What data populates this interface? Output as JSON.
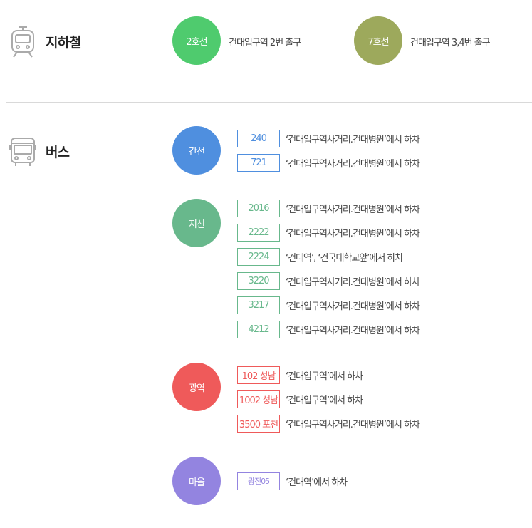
{
  "subway": {
    "title": "지하철",
    "icon": "subway-train-icon",
    "lines": [
      {
        "label": "2호선",
        "color": "#4fcb6e",
        "desc": "건대입구역 2번 출구"
      },
      {
        "label": "7호선",
        "color": "#9da95c",
        "desc": "건대입구역 3,4번 출구"
      }
    ]
  },
  "bus": {
    "title": "버스",
    "icon": "bus-icon",
    "groups": [
      {
        "label": "간선",
        "color": "#4f8fdf",
        "routes": [
          {
            "number": "240",
            "desc": "‘건대입구역사거리.건대병원’에서 하차"
          },
          {
            "number": "721",
            "desc": "‘건대입구역사거리.건대병원’에서 하차"
          }
        ]
      },
      {
        "label": "지선",
        "color": "#68b88c",
        "routes": [
          {
            "number": "2016",
            "desc": "‘건대입구역사거리.건대병원’에서 하차"
          },
          {
            "number": "2222",
            "desc": "‘건대입구역사거리.건대병원’에서 하차"
          },
          {
            "number": "2224",
            "desc": "‘건대역’, ‘건국대학교앞’에서 하차"
          },
          {
            "number": "3220",
            "desc": "‘건대입구역사거리.건대병원’에서 하차"
          },
          {
            "number": "3217",
            "desc": "‘건대입구역사거리.건대병원’에서 하차"
          },
          {
            "number": "4212",
            "desc": "‘건대입구역사거리.건대병원’에서 하차"
          }
        ]
      },
      {
        "label": "광역",
        "color": "#ef5a5a",
        "routes": [
          {
            "number": "102 성남",
            "desc": "‘건대입구역’에서 하차"
          },
          {
            "number": "1002 성남",
            "desc": "‘건대입구역’에서 하차"
          },
          {
            "number": "3500 포천",
            "desc": "‘건대입구역사거리.건대병원’에서 하차"
          }
        ]
      },
      {
        "label": "마을",
        "color": "#9384e0",
        "routes": [
          {
            "number": "광진05",
            "desc": "‘건대역’에서 하차"
          }
        ]
      }
    ]
  }
}
